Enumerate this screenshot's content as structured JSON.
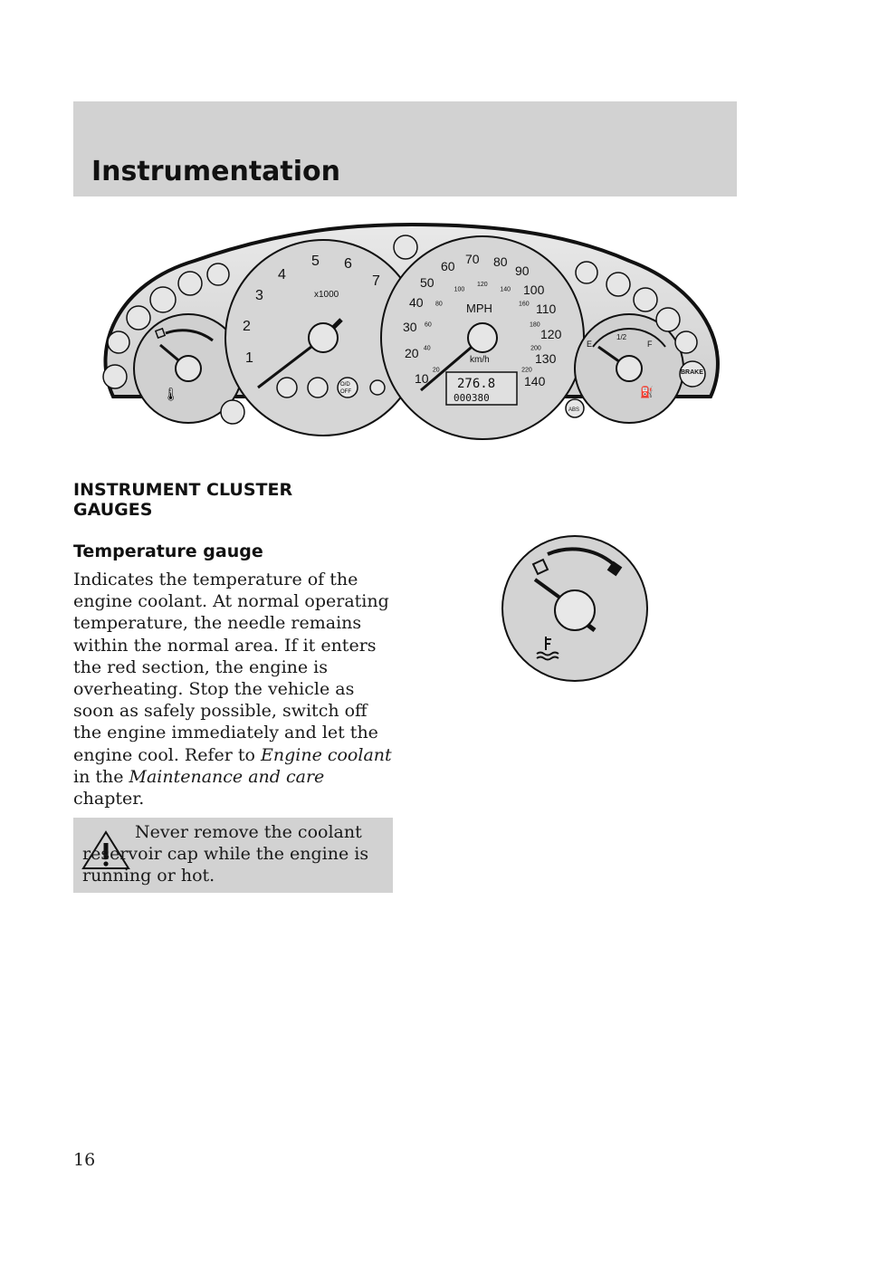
{
  "header": {
    "title": "Instrumentation"
  },
  "cluster": {
    "tach_numbers": [
      "1",
      "2",
      "3",
      "4",
      "5",
      "6",
      "7"
    ],
    "tach_unit": "x1000",
    "mph_numbers": [
      "10",
      "20",
      "30",
      "40",
      "50",
      "60",
      "70",
      "80",
      "90",
      "100",
      "110",
      "120",
      "130",
      "140"
    ],
    "mph_unit": "MPH",
    "kmh_numbers": [
      "20",
      "40",
      "60",
      "80",
      "100",
      "120",
      "140",
      "160",
      "180",
      "200",
      "220"
    ],
    "kmh_unit": "km/h",
    "trip_display": "276.8",
    "odometer_display": "000380",
    "od_off_label": [
      "O/D",
      "OFF"
    ],
    "fuel_labels": {
      "empty": "E",
      "half": "1/2",
      "full": "F"
    },
    "brake_label": "BRAKE",
    "abs_label": "ABS"
  },
  "section": {
    "heading_line1": "INSTRUMENT CLUSTER",
    "heading_line2": "GAUGES",
    "subheading": "Temperature gauge",
    "body_intro": "Indicates the temperature of the engine coolant. At normal operating temperature, the needle remains within the normal area. If it enters the red section, the engine is overheating. Stop the vehicle as soon as safely possible, switch off the engine immediately and let the engine cool. Refer to ",
    "body_link1": "Engine coolant",
    "body_mid": " in the ",
    "body_link2": "Maintenance and care",
    "body_end": " chapter."
  },
  "warning": {
    "text": "Never remove the coolant reservoir cap while the engine is running or hot."
  },
  "footer": {
    "page_number": "16"
  }
}
